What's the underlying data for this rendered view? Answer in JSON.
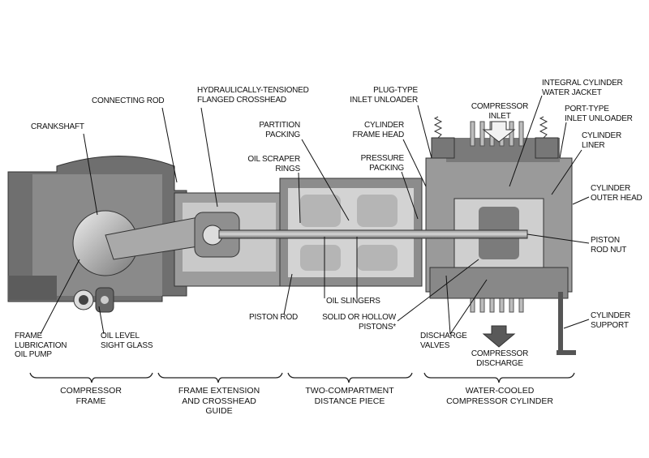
{
  "labels": {
    "connecting_rod": "CONNECTING ROD",
    "crankshaft": "CRANKSHAFT",
    "crosshead_1": "HYDRAULICALLY-TENSIONED",
    "crosshead_2": "FLANGED CROSSHEAD",
    "partition_1": "PARTITION",
    "partition_2": "PACKING",
    "scraper_1": "OIL SCRAPER",
    "scraper_2": "RINGS",
    "plug_1": "PLUG-TYPE",
    "plug_2": "INLET UNLOADER",
    "frame_head_1": "CYLINDER",
    "frame_head_2": "FRAME HEAD",
    "pressure_1": "PRESSURE",
    "pressure_2": "PACKING",
    "inlet_1": "COMPRESSOR",
    "inlet_2": "INLET",
    "jacket_1": "INTEGRAL CYLINDER",
    "jacket_2": "WATER JACKET",
    "port_1": "PORT-TYPE",
    "port_2": "INLET UNLOADER",
    "liner_1": "CYLINDER",
    "liner_2": "LINER",
    "outer_1": "CYLINDER",
    "outer_2": "OUTER HEAD",
    "nut_1": "PISTON",
    "nut_2": "ROD NUT",
    "oil_slingers": "OIL SLINGERS",
    "piston_rod": "PISTON ROD",
    "pistons_1": "SOLID OR HOLLOW",
    "pistons_2": "PISTONS*",
    "discharge_valves_1": "DISCHARGE",
    "discharge_valves_2": "VALVES",
    "discharge_1": "COMPRESSOR",
    "discharge_2": "DISCHARGE",
    "support_1": "CYLINDER",
    "support_2": "SUPPORT",
    "pump_1": "FRAME",
    "pump_2": "LUBRICATION",
    "pump_3": "OIL PUMP",
    "sight_1": "OIL LEVEL",
    "sight_2": "SIGHT GLASS"
  },
  "sections": [
    {
      "line1": "COMPRESSOR",
      "line2": "FRAME",
      "line3": ""
    },
    {
      "line1": "FRAME EXTENSION",
      "line2": "AND CROSSHEAD",
      "line3": "GUIDE"
    },
    {
      "line1": "TWO-COMPARTMENT",
      "line2": "DISTANCE PIECE",
      "line3": ""
    },
    {
      "line1": "WATER-COOLED",
      "line2": "COMPRESSOR CYLINDER",
      "line3": ""
    }
  ],
  "colors": {
    "dark": "#3a3a3a",
    "mid": "#7d7d7d",
    "light": "#c8c8c8",
    "arrow": "#595959"
  }
}
